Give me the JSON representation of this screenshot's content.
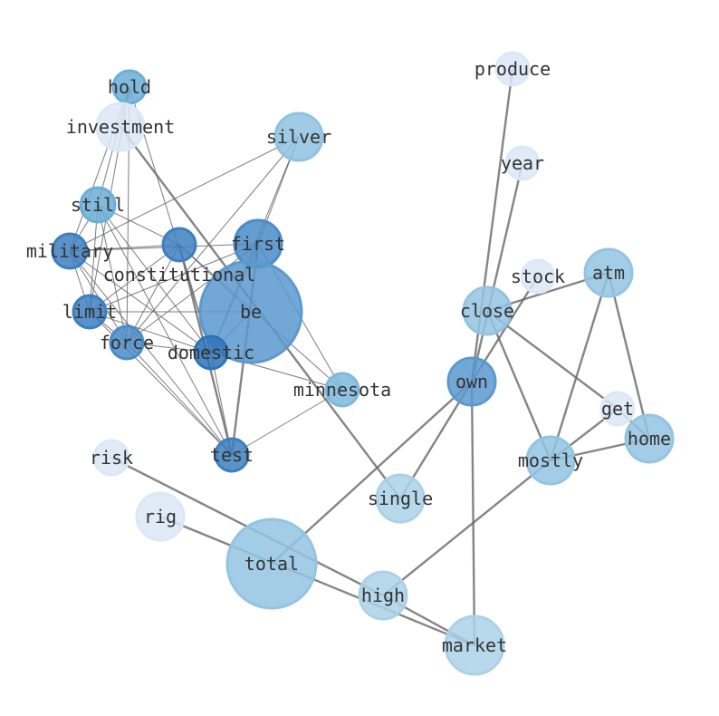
{
  "graph": {
    "nodes": [
      {
        "id": "hold",
        "label": "hold",
        "color": "#6baed6"
      },
      {
        "id": "investment",
        "label": "investment",
        "color": "#dbe8f6"
      },
      {
        "id": "silver",
        "label": "silver",
        "color": "#8fc2e2"
      },
      {
        "id": "still",
        "label": "still",
        "color": "#6baed6"
      },
      {
        "id": "military",
        "label": "military",
        "color": "#3d7fbf"
      },
      {
        "id": "constitutional",
        "label": "constitutional",
        "color": "#3d7fbf"
      },
      {
        "id": "first",
        "label": "first",
        "color": "#4a8cc8"
      },
      {
        "id": "be",
        "label": "be",
        "color": "#5b99cf"
      },
      {
        "id": "limit",
        "label": "limit",
        "color": "#3d7fbf"
      },
      {
        "id": "force",
        "label": "force",
        "color": "#4a8cc8"
      },
      {
        "id": "domestic",
        "label": "domestic",
        "color": "#2f73b7"
      },
      {
        "id": "minnesota",
        "label": "minnesota",
        "color": "#7db8dd"
      },
      {
        "id": "test",
        "label": "test",
        "color": "#3d7fbf"
      },
      {
        "id": "risk",
        "label": "risk",
        "color": "#dbe8f6"
      },
      {
        "id": "rig",
        "label": "rig",
        "color": "#dbe8f6"
      },
      {
        "id": "total",
        "label": "total",
        "color": "#93c4e2"
      },
      {
        "id": "single",
        "label": "single",
        "color": "#acd1e7"
      },
      {
        "id": "high",
        "label": "high",
        "color": "#acd1e7"
      },
      {
        "id": "market",
        "label": "market",
        "color": "#acd1e7"
      },
      {
        "id": "produce",
        "label": "produce",
        "color": "#dbe8f6"
      },
      {
        "id": "year",
        "label": "year",
        "color": "#dbe8f6"
      },
      {
        "id": "stock",
        "label": "stock",
        "color": "#dbe8f6"
      },
      {
        "id": "atm",
        "label": "atm",
        "color": "#93c4e2"
      },
      {
        "id": "close",
        "label": "close",
        "color": "#93c4e2"
      },
      {
        "id": "own",
        "label": "own",
        "color": "#5b99cf"
      },
      {
        "id": "get",
        "label": "get",
        "color": "#dbe8f6"
      },
      {
        "id": "home",
        "label": "home",
        "color": "#93c4e2"
      },
      {
        "id": "mostly",
        "label": "mostly",
        "color": "#93c4e2"
      }
    ],
    "strong_edges": [
      [
        "produce",
        "own"
      ],
      [
        "year",
        "own"
      ],
      [
        "stock",
        "own"
      ],
      [
        "own",
        "single"
      ],
      [
        "own",
        "total"
      ],
      [
        "own",
        "market"
      ],
      [
        "close",
        "atm"
      ],
      [
        "close",
        "get"
      ],
      [
        "close",
        "mostly"
      ],
      [
        "atm",
        "mostly"
      ],
      [
        "atm",
        "home"
      ],
      [
        "get",
        "home"
      ],
      [
        "get",
        "mostly"
      ],
      [
        "mostly",
        "home"
      ],
      [
        "mostly",
        "high"
      ],
      [
        "high",
        "market"
      ],
      [
        "risk",
        "high"
      ],
      [
        "rig",
        "market"
      ],
      [
        "investment",
        "single"
      ],
      [
        "first",
        "test"
      ],
      [
        "constitutional",
        "test"
      ]
    ],
    "weak_edges": [
      [
        "hold",
        "still"
      ],
      [
        "hold",
        "military"
      ],
      [
        "hold",
        "limit"
      ],
      [
        "hold",
        "force"
      ],
      [
        "hold",
        "domestic"
      ],
      [
        "silver",
        "military"
      ],
      [
        "silver",
        "force"
      ],
      [
        "silver",
        "domestic"
      ],
      [
        "silver",
        "first"
      ],
      [
        "still",
        "military"
      ],
      [
        "still",
        "limit"
      ],
      [
        "still",
        "force"
      ],
      [
        "still",
        "constitutional"
      ],
      [
        "still",
        "domestic"
      ],
      [
        "still",
        "test"
      ],
      [
        "military",
        "constitutional"
      ],
      [
        "military",
        "first"
      ],
      [
        "military",
        "limit"
      ],
      [
        "military",
        "force"
      ],
      [
        "military",
        "domestic"
      ],
      [
        "military",
        "test"
      ],
      [
        "constitutional",
        "limit"
      ],
      [
        "constitutional",
        "force"
      ],
      [
        "constitutional",
        "domestic"
      ],
      [
        "constitutional",
        "be"
      ],
      [
        "constitutional",
        "minnesota"
      ],
      [
        "first",
        "limit"
      ],
      [
        "first",
        "force"
      ],
      [
        "first",
        "domestic"
      ],
      [
        "first",
        "minnesota"
      ],
      [
        "limit",
        "be"
      ],
      [
        "limit",
        "force"
      ],
      [
        "limit",
        "domestic"
      ],
      [
        "limit",
        "test"
      ],
      [
        "force",
        "domestic"
      ],
      [
        "force",
        "test"
      ],
      [
        "domestic",
        "test"
      ],
      [
        "domestic",
        "minnesota"
      ],
      [
        "domestic",
        "be"
      ],
      [
        "minnesota",
        "test"
      ]
    ]
  }
}
